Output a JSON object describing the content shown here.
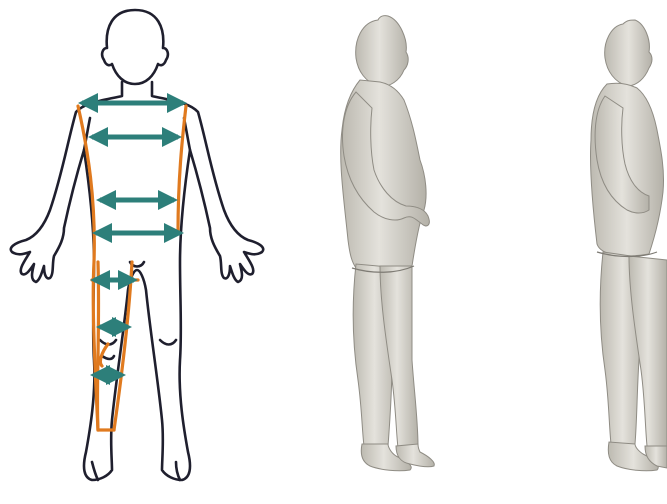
{
  "figure": {
    "panels": [
      {
        "id": "measurement-diagram",
        "kind": "line-drawing-front-view"
      },
      {
        "id": "body-scan-side-view-1",
        "kind": "3d-scan-render"
      },
      {
        "id": "body-scan-side-view-2",
        "kind": "3d-scan-render"
      }
    ],
    "measurement_lines": [
      {
        "name": "shoulder-width"
      },
      {
        "name": "chest-width"
      },
      {
        "name": "waist-width"
      },
      {
        "name": "hip-width"
      },
      {
        "name": "thigh-width"
      },
      {
        "name": "knee-width"
      },
      {
        "name": "calf-width"
      }
    ]
  },
  "colors": {
    "outline": "#1f1f2e",
    "contour": "#e07a1f",
    "arrow": "#2d7f7a",
    "scan_fill": "#d9d7cf",
    "scan_shadow": "#a9a79f",
    "background": "#ffffff"
  },
  "icons": [
    "double-arrow-icon"
  ]
}
